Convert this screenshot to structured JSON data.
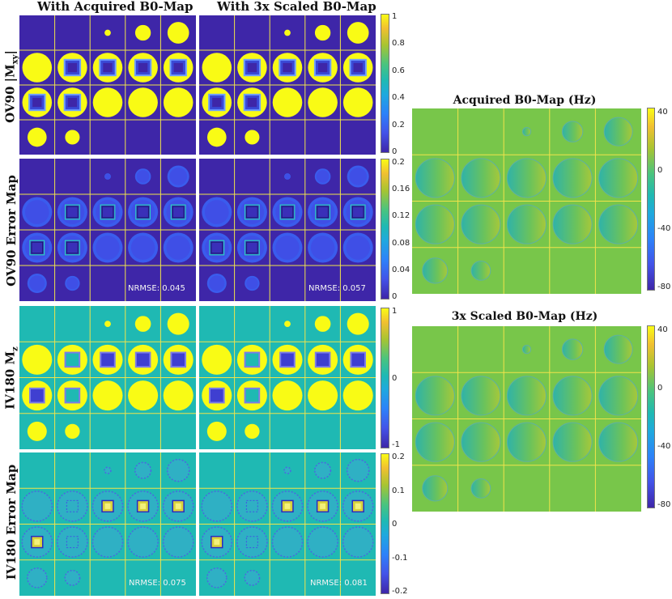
{
  "column_titles": {
    "acquired": "With Acquired B0-Map",
    "scaled": "With 3x Scaled B0-Map"
  },
  "row_titles": {
    "ov90_mxy": {
      "main": "OV90 |M",
      "sub": "xy",
      "tail": "|"
    },
    "ov90_error": "OV90 Error Map",
    "iv180_mz": {
      "main": "IV180 M",
      "sub": "z"
    },
    "iv180_error": "IV180 Error Map"
  },
  "nrmse": {
    "ov90_acquired": "NRMSE: 0.045",
    "ov90_scaled": "NRMSE: 0.057",
    "iv180_acquired": "NRMSE: 0.075",
    "iv180_scaled": "NRMSE: 0.081"
  },
  "b0_titles": {
    "acquired": "Acquired B0-Map (Hz)",
    "scaled": "3x Scaled B0-Map (Hz)"
  },
  "colorbars": {
    "mxy": [
      "1",
      "0.8",
      "0.6",
      "0.4",
      "0.2",
      "0"
    ],
    "ov90_error": [
      "0.2",
      "0.16",
      "0.12",
      "0.08",
      "0.04",
      "0"
    ],
    "mz": [
      "1",
      "0",
      "-1"
    ],
    "iv180_error": [
      "0.2",
      "0.1",
      "0",
      "-0.1",
      "-0.2"
    ],
    "b0": [
      "40",
      "0",
      "-40",
      "-80"
    ]
  },
  "colors": {
    "parula_low": "#3e26a8",
    "parula_mid": "#1fb9b3",
    "parula_high": "#f9fb15",
    "grid_line": "#f0e44a",
    "b0_background": "#78c64a"
  }
}
